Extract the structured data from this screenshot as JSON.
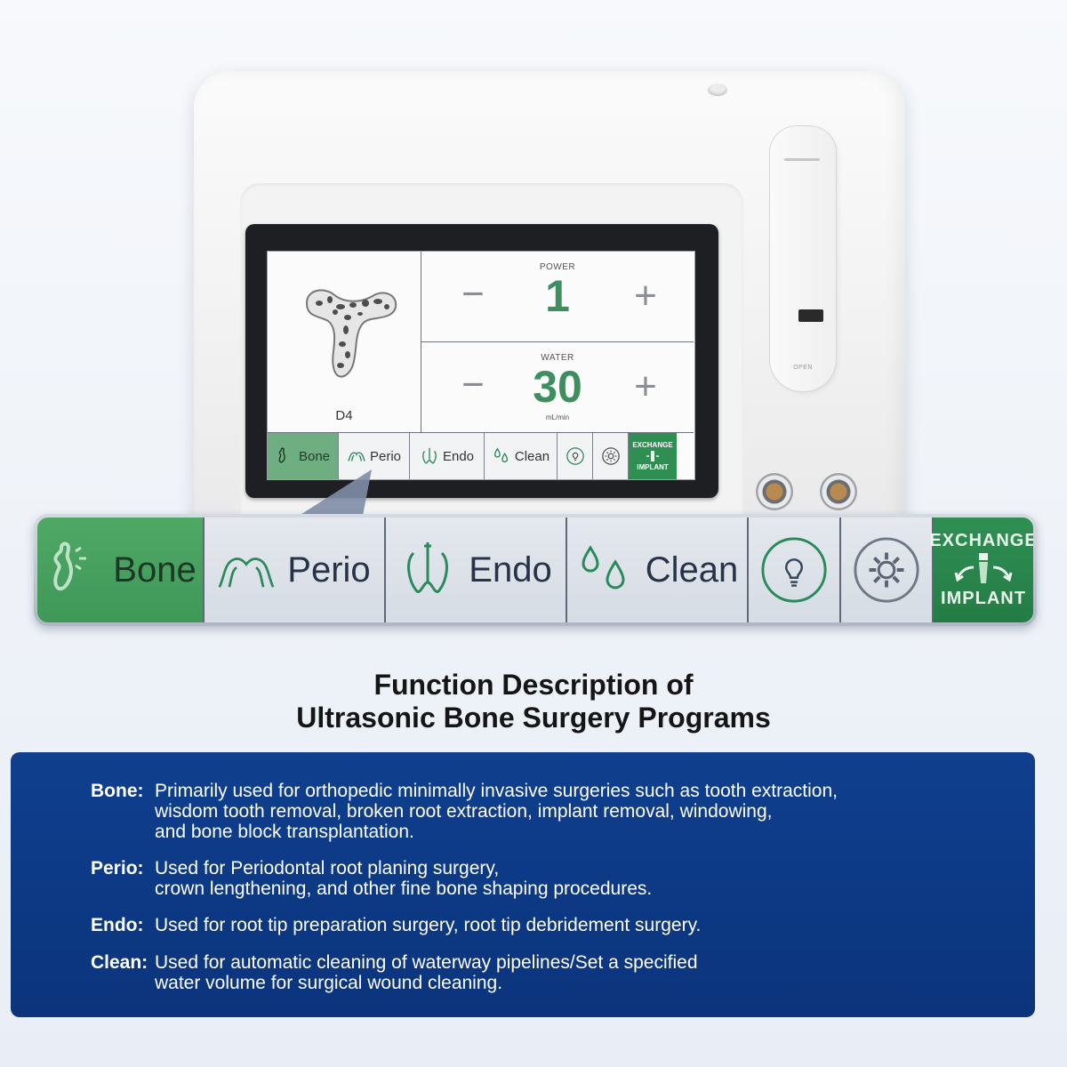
{
  "screen": {
    "density": "D4",
    "power": {
      "label": "POWER",
      "value": "1"
    },
    "water": {
      "label": "WATER",
      "value": "30",
      "unit": "mL/min"
    },
    "tabs": [
      "Bone",
      "Perio",
      "Endo",
      "Clean"
    ],
    "exchange_top": "EXCHANGE",
    "exchange_bottom": "IMPLANT"
  },
  "device": {
    "lid_label": "OPEN"
  },
  "tabbar": {
    "tabs": [
      "Bone",
      "Perio",
      "Endo",
      "Clean"
    ],
    "exchange_top": "EXCHANGE",
    "exchange_bottom": "IMPLANT",
    "icons": [
      "bone-icon",
      "perio-icon",
      "endo-icon",
      "clean-icon",
      "light-icon",
      "settings-icon",
      "exchange-implant-icon"
    ]
  },
  "heading": {
    "line1": "Function Description of",
    "line2": "Ultrasonic Bone Surgery Programs"
  },
  "descriptions": [
    {
      "term": "Bone:",
      "lines": [
        "Primarily used for orthopedic minimally invasive surgeries such as tooth extraction,",
        "wisdom tooth removal, broken root extraction, implant removal, windowing,",
        "and bone block transplantation."
      ]
    },
    {
      "term": "Perio:",
      "lines": [
        "Used for Periodontal root planing surgery,",
        "crown lengthening, and other fine bone shaping procedures."
      ]
    },
    {
      "term": "Endo:",
      "lines": [
        "Used for root tip preparation surgery, root tip debridement surgery."
      ]
    },
    {
      "term": "Clean:",
      "lines": [
        "Used for automatic cleaning of waterway pipelines/Set a specified",
        "water volume for surgical wound cleaning."
      ]
    }
  ],
  "colors": {
    "green_active": "#3f9858",
    "panel_blue": "#0f3f8e",
    "value_green": "#3d8f5f"
  }
}
